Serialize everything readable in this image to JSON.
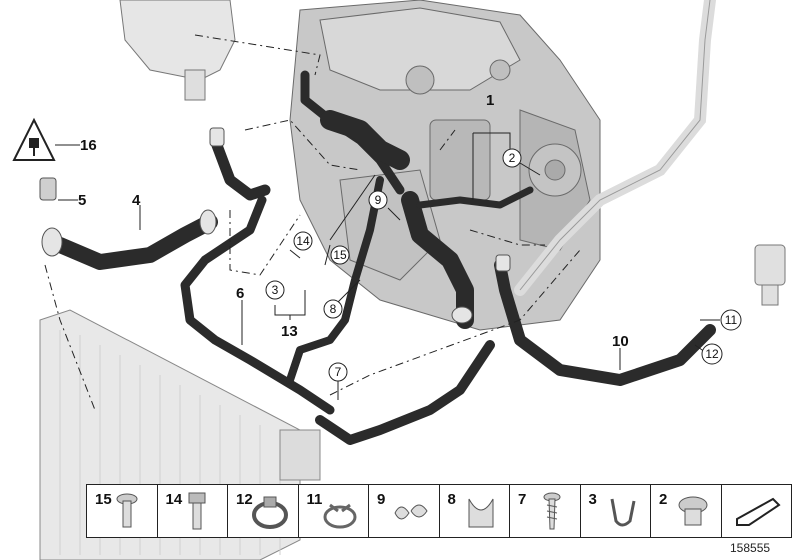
{
  "callouts": [
    {
      "label": "1",
      "style": "plain"
    },
    {
      "label": "2",
      "style": "circle"
    },
    {
      "label": "3",
      "style": "circle"
    },
    {
      "label": "4",
      "style": "plain"
    },
    {
      "label": "5",
      "style": "plain"
    },
    {
      "label": "6",
      "style": "plain"
    },
    {
      "label": "7",
      "style": "circle"
    },
    {
      "label": "8",
      "style": "circle"
    },
    {
      "label": "9",
      "style": "circle"
    },
    {
      "label": "10",
      "style": "plain"
    },
    {
      "label": "11",
      "style": "circle"
    },
    {
      "label": "12",
      "style": "circle"
    },
    {
      "label": "13",
      "style": "plain"
    },
    {
      "label": "14",
      "style": "circle"
    },
    {
      "label": "15",
      "style": "circle"
    },
    {
      "label": "16",
      "style": "plain"
    }
  ],
  "legend": [
    {
      "label": "15",
      "icon": "bolt-icon"
    },
    {
      "label": "14",
      "icon": "hex-bolt-icon"
    },
    {
      "label": "12",
      "icon": "hose-clamp-icon"
    },
    {
      "label": "11",
      "icon": "spring-clamp-icon"
    },
    {
      "label": "9",
      "icon": "double-clip-icon"
    },
    {
      "label": "8",
      "icon": "clip-icon"
    },
    {
      "label": "7",
      "icon": "screw-icon"
    },
    {
      "label": "3",
      "icon": "bracket-clip-icon"
    },
    {
      "label": "2",
      "icon": "plug-screw-icon"
    },
    {
      "label": "",
      "icon": "arrow-symbol-icon"
    }
  ],
  "reference_number": "158555",
  "colors": {
    "line": "#222222",
    "hose": "#2b2b2b",
    "part": "#d9d9d9",
    "engine": "#bdbdbd"
  }
}
